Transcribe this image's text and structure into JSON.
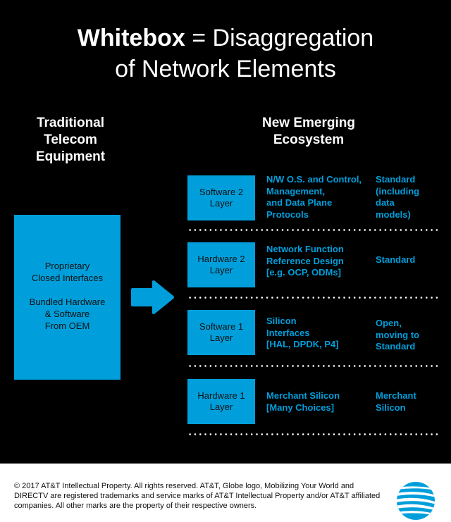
{
  "title": {
    "bold_part": "Whitebox",
    "rest_part": " = Disaggregation",
    "line2": "of Network Elements"
  },
  "traditional": {
    "heading": "Traditional\nTelecom\nEquipment",
    "box_line1": "Proprietary\nClosed Interfaces",
    "box_line2": "Bundled Hardware\n& Software\nFrom OEM"
  },
  "emerging": {
    "heading": "New Emerging\nEcosystem",
    "layers": [
      {
        "name": "Software 2\nLayer",
        "description": "N/W O.S. and Control,\nManagement,\nand Data Plane\nProtocols",
        "status": "Standard\n(including\ndata\nmodels)"
      },
      {
        "name": "Hardware 2\nLayer",
        "description": "Network Function\nReference Design\n[e.g. OCP, ODMs]",
        "status": "Standard"
      },
      {
        "name": "Software 1\nLayer",
        "description": "Silicon\nInterfaces\n[HAL, DPDK, P4]",
        "status": "Open,\nmoving to\nStandard"
      },
      {
        "name": "Hardware 1\nLayer",
        "description": "Merchant Silicon\n[Many Choices]",
        "status": "Merchant\nSilicon"
      }
    ]
  },
  "footer": {
    "copyright": "© 2017 AT&T Intellectual Property. All rights reserved. AT&T, Globe logo, Mobilizing Your World and DIRECTV are registered trademarks and service marks of AT&T Intellectual Property and/or AT&T affiliated companies. All other marks are the property of their respective owners."
  },
  "colors": {
    "background": "#000000",
    "accent_blue": "#009fdb",
    "text_white": "#ffffff"
  },
  "icons": {
    "arrow": "right-arrow-icon",
    "logo": "att-globe-logo"
  }
}
